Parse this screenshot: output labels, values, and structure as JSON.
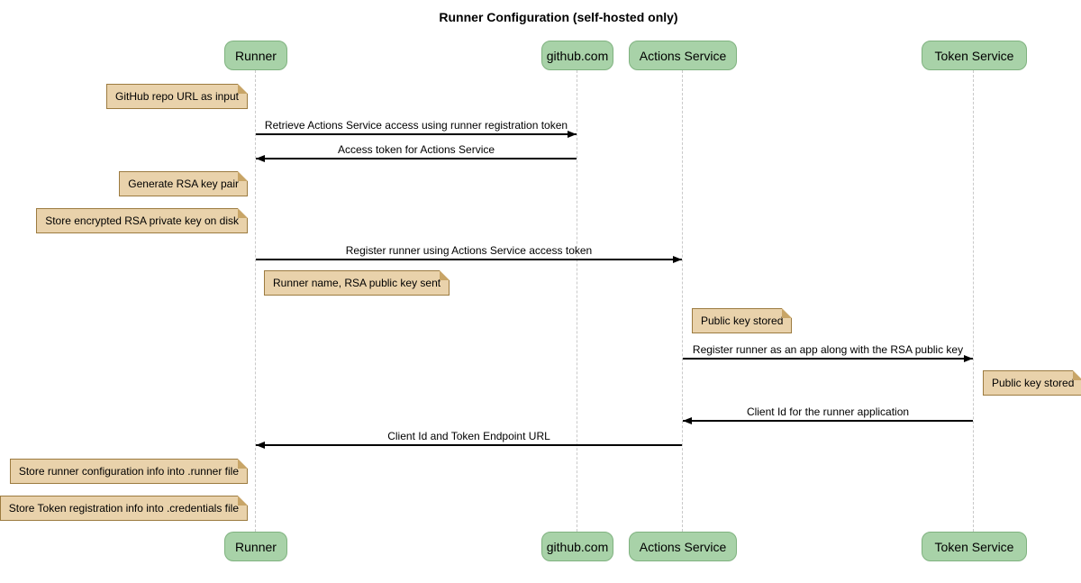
{
  "title": "Runner Configuration (self-hosted only)",
  "diagram_type": "sequence-diagram",
  "colors": {
    "participant_fill": "#a8d2a8",
    "participant_border": "#7fb27f",
    "note_fill": "#e9d2ab",
    "note_border": "#9c7b40",
    "lifeline": "#c9c9c9",
    "arrow": "#000000",
    "background": "#ffffff"
  },
  "participants": [
    {
      "name": "Runner"
    },
    {
      "name": "github.com"
    },
    {
      "name": "Actions Service"
    },
    {
      "name": "Token Service"
    }
  ],
  "messages": [
    {
      "from": "Runner",
      "to": "github.com",
      "direction": "right",
      "label": "Retrieve Actions Service access using runner registration token"
    },
    {
      "from": "github.com",
      "to": "Runner",
      "direction": "left",
      "label": "Access token for Actions Service"
    },
    {
      "from": "Runner",
      "to": "Actions Service",
      "direction": "right",
      "label": "Register runner using Actions Service access token"
    },
    {
      "from": "Actions Service",
      "to": "Token Service",
      "direction": "right",
      "label": "Register runner as an app along with the RSA public key"
    },
    {
      "from": "Token Service",
      "to": "Actions Service",
      "direction": "left",
      "label": "Client Id for the runner application"
    },
    {
      "from": "Actions Service",
      "to": "Runner",
      "direction": "left",
      "label": "Client Id and Token Endpoint URL"
    }
  ],
  "notes": [
    {
      "position": "left of Runner",
      "text": "GitHub repo URL as input"
    },
    {
      "position": "left of Runner",
      "text": "Generate RSA key pair"
    },
    {
      "position": "left of Runner",
      "text": "Store encrypted RSA private key on disk"
    },
    {
      "position": "right of Runner",
      "text": "Runner name, RSA public key sent"
    },
    {
      "position": "right of Actions Service",
      "text": "Public key stored"
    },
    {
      "position": "right of Token Service",
      "text": "Public key stored"
    },
    {
      "position": "left of Runner",
      "text": "Store runner configuration info into .runner file"
    },
    {
      "position": "left of Runner",
      "text": "Store Token registration info into .credentials file"
    }
  ]
}
